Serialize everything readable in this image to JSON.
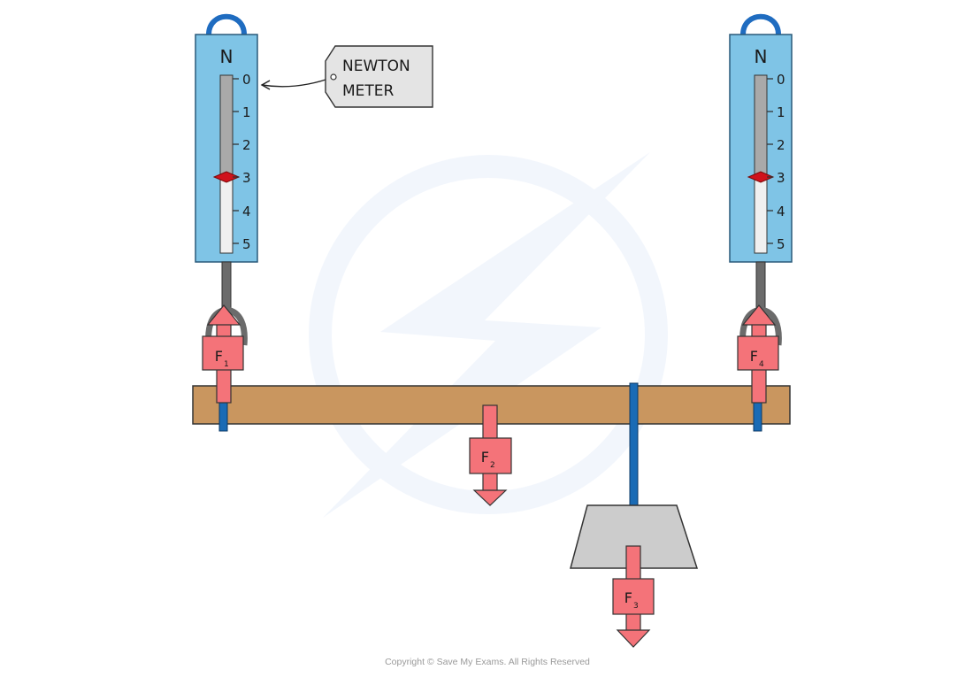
{
  "meters": {
    "left": {
      "unit": "N",
      "scale": [
        "0",
        "1",
        "2",
        "3",
        "4",
        "5"
      ],
      "reading": 3
    },
    "right": {
      "unit": "N",
      "scale": [
        "0",
        "1",
        "2",
        "3",
        "4",
        "5"
      ],
      "reading": 3
    }
  },
  "tag": {
    "line1": "NEWTON",
    "line2": "METER"
  },
  "forces": {
    "f1": {
      "main": "F",
      "sub": "1"
    },
    "f2": {
      "main": "F",
      "sub": "2"
    },
    "f3": {
      "main": "F",
      "sub": "3"
    },
    "f4": {
      "main": "F",
      "sub": "4"
    }
  },
  "footer": {
    "copyright": "Copyright © Save My Exams. All Rights Reserved"
  },
  "colors": {
    "meter_body": "#7fc4e6",
    "meter_outline": "#2a5a7a",
    "tube": "#a9a9a9",
    "tube_empty": "#f0f0f0",
    "indicator": "#d0121b",
    "beam": "#c9965f",
    "rod": "#1a6bb5",
    "force_arrow": "#f47379",
    "weight": "#cccccc",
    "string": "#6b6b6b"
  }
}
